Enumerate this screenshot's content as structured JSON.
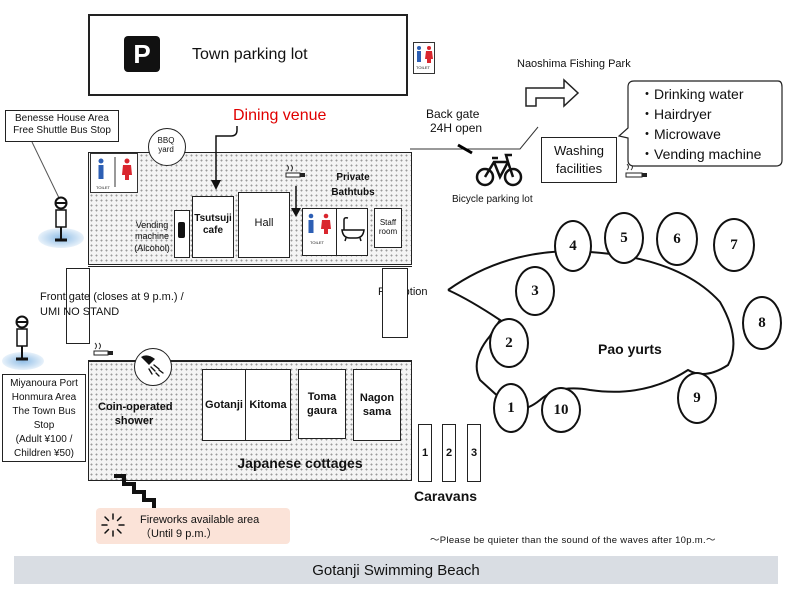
{
  "parking": {
    "label": "Town parking lot",
    "icon": "P"
  },
  "toilet_label": "TOILET",
  "fishing_park": "Naoshima Fishing Park",
  "back_gate": {
    "line1": "Back gate",
    "line2": "24H open"
  },
  "bicycle": "Bicycle parking lot",
  "washing": {
    "label_line1": "Washing",
    "label_line2": "facilities"
  },
  "amenities": [
    "Drinking water",
    "Hairdryer",
    "Microwave",
    "Vending machine"
  ],
  "benesse": {
    "line1": "Benesse House Area",
    "line2": "Free Shuttle Bus Stop"
  },
  "dining": "Dining venue",
  "bbq": {
    "line1": "BBQ",
    "line2": "yard"
  },
  "vending": {
    "line1": "Vending",
    "line2": "machine",
    "line3": "(Alcohol)"
  },
  "tsutsuji": {
    "line1": "Tsutsuji",
    "line2": "cafe"
  },
  "hall": "Hall",
  "private_bath": {
    "line1": "Private",
    "line2": "Bathtubs"
  },
  "staff": {
    "line1": "Staff",
    "line2": "room"
  },
  "front_gate": {
    "line1": "Front gate (closes at 9 p.m.) /",
    "line2": "UMI NO STAND"
  },
  "reception": "Reception",
  "miyanoura": [
    "Miyanoura Port",
    "Honmura Area",
    "The Town Bus",
    "Stop",
    "(Adult ¥100 /",
    "Children ¥50)"
  ],
  "shower": {
    "line1": "Coin-operated",
    "line2": "shower"
  },
  "cottages": [
    {
      "line1": "Gotanji",
      "line2": ""
    },
    {
      "line1": "Kitoma",
      "line2": ""
    },
    {
      "line1": "Toma",
      "line2": "gaura"
    },
    {
      "line1": "Nagon",
      "line2": "sama"
    }
  ],
  "cottages_title": "Japanese cottages",
  "caravans": [
    "1",
    "2",
    "3"
  ],
  "caravans_title": "Caravans",
  "pao_title": "Pao yurts",
  "yurts": [
    "1",
    "2",
    "3",
    "4",
    "5",
    "6",
    "7",
    "8",
    "9",
    "10"
  ],
  "fireworks": {
    "line1": "Fireworks available area",
    "line2": "（Until 9 p.m.）"
  },
  "quiet_note": "～Please be quieter than the sound of the waves after 10p.m.～",
  "beach": "Gotanji Swimming Beach",
  "colors": {
    "dining": "#e00000",
    "beach_band": "#d9dde3",
    "fireworks_bg": "#fbe3d8",
    "bus_glow": "#bcd7ef",
    "toilet_blue": "#2d5fb4",
    "toilet_red": "#d9262e"
  }
}
